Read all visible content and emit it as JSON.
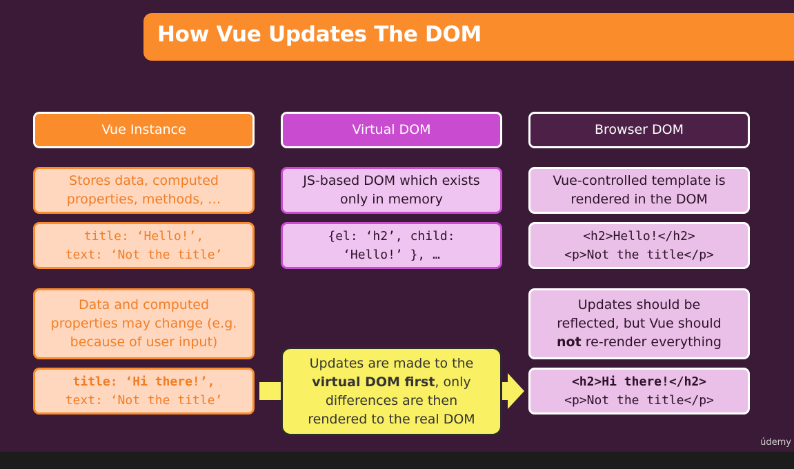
{
  "slide": {
    "title": "How Vue Updates The DOM",
    "columns": {
      "vue_instance": "Vue Instance",
      "virtual_dom": "Virtual DOM",
      "browser_dom": "Browser DOM"
    },
    "vue": {
      "description": [
        "Stores data, computed",
        "properties, methods, …"
      ],
      "state_code": [
        "title: ‘Hello!’,",
        "text: ‘Not the title’"
      ],
      "change_note": [
        "Data and computed",
        "properties may change (e.g.",
        "because of user input)"
      ],
      "new_state_code": [
        "title: ‘Hi there!’,",
        "text: ‘Not the title’"
      ]
    },
    "vdom": {
      "description": [
        "JS-based DOM which exists",
        "only in memory"
      ],
      "code": [
        "{el: ‘h2’, child:",
        "‘Hello!’ }, …"
      ],
      "update_note": {
        "line1": "Updates are made to the",
        "bold": "virtual DOM first",
        "line2_rest": ", only",
        "line3": "differences are then",
        "line4": "rendered to the real DOM"
      }
    },
    "bdom": {
      "description": [
        "Vue-controlled template is",
        "rendered in the DOM"
      ],
      "code": [
        "<h2>Hello!</h2>",
        "<p>Not the title</p>"
      ],
      "update_note": {
        "line1": "Updates should be",
        "line2": "reflected, but Vue should",
        "bold": "not",
        "line3_rest": " re-render everything"
      },
      "new_code": [
        "<h2>Hi there!</h2>",
        "<p>Not the title</p>"
      ]
    },
    "watermark": "údemy"
  }
}
